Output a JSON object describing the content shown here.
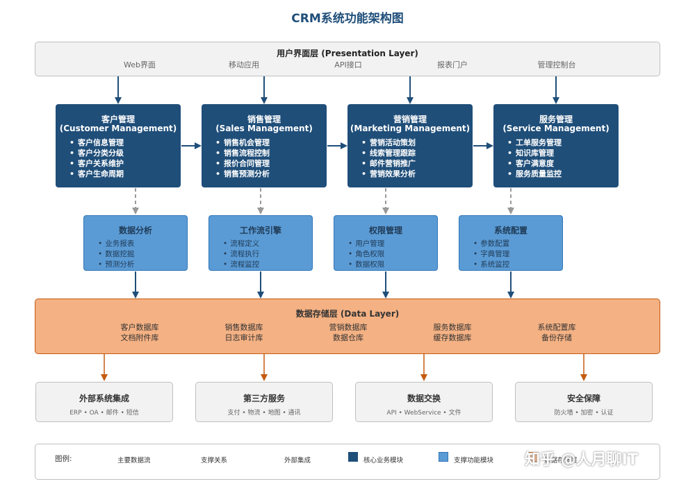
{
  "title": "CRM系统功能架构图",
  "presentation_layer": {
    "title": "用户界面层 (Presentation Layer)",
    "items": [
      "Web界面",
      "移动应用",
      "API接口",
      "报表门户",
      "管理控制台"
    ]
  },
  "core_modules": [
    {
      "name": "客户管理",
      "en": "(Customer Management)",
      "items": [
        "客户信息管理",
        "客户分类分级",
        "客户关系维护",
        "客户生命周期"
      ]
    },
    {
      "name": "销售管理",
      "en": "(Sales Management)",
      "items": [
        "销售机会管理",
        "销售流程控制",
        "报价合同管理",
        "销售预测分析"
      ]
    },
    {
      "name": "营销管理",
      "en": "(Marketing Management)",
      "items": [
        "营销活动策划",
        "线索管理跟踪",
        "邮件营销推广",
        "营销效果分析"
      ]
    },
    {
      "name": "服务管理",
      "en": "(Service Management)",
      "items": [
        "工单服务管理",
        "知识库管理",
        "客户满意度",
        "服务质量监控"
      ]
    }
  ],
  "support_modules": [
    {
      "name": "数据分析",
      "items": [
        "业务报表",
        "数据挖掘",
        "预测分析"
      ]
    },
    {
      "name": "工作流引擎",
      "items": [
        "流程定义",
        "流程执行",
        "流程监控"
      ]
    },
    {
      "name": "权限管理",
      "items": [
        "用户管理",
        "角色权限",
        "数据权限"
      ]
    },
    {
      "name": "系统配置",
      "items": [
        "参数配置",
        "字典管理",
        "系统监控"
      ]
    }
  ],
  "data_layer": {
    "title": "数据存储层 (Data Layer)",
    "columns": [
      [
        "客户数据库",
        "文档附件库"
      ],
      [
        "销售数据库",
        "日志审计库"
      ],
      [
        "营销数据库",
        "数据仓库"
      ],
      [
        "服务数据库",
        "缓存数据库"
      ],
      [
        "系统配置库",
        "备份存储"
      ]
    ]
  },
  "external": [
    {
      "name": "外部系统集成",
      "sub": "ERP • OA • 邮件 • 短信"
    },
    {
      "name": "第三方服务",
      "sub": "支付 • 物流 • 地图 • 通讯"
    },
    {
      "name": "数据交换",
      "sub": "API • WebService • 文件"
    },
    {
      "name": "安全保障",
      "sub": "防火墙 • 加密 • 认证"
    }
  ],
  "legend": {
    "label": "图例:",
    "items": [
      "主要数据流",
      "支撑关系",
      "外部集成",
      "核心业务模块",
      "支撑功能模块",
      "数据存储层"
    ]
  },
  "watermark": "知乎 @人月聊IT",
  "colors": {
    "core": "#1f4e79",
    "support": "#5b9bd5",
    "data": "#f4b183",
    "external_arrow": "#c55a11",
    "support_arrow": "#999999"
  }
}
